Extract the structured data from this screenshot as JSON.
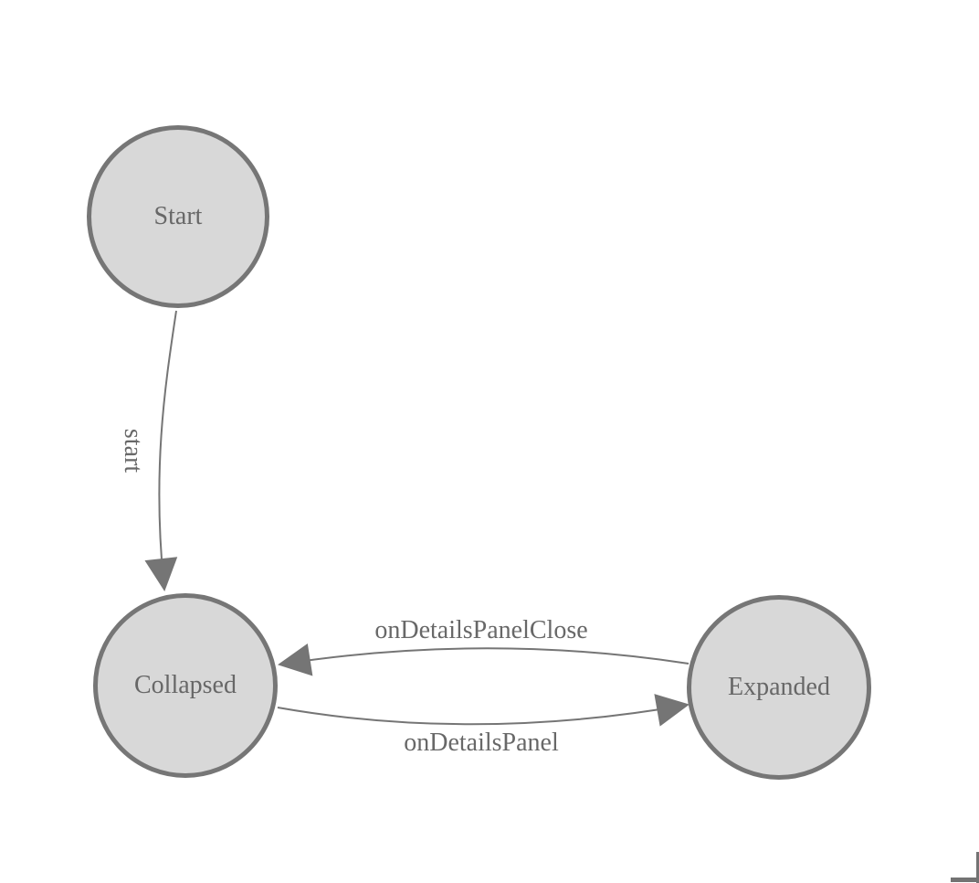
{
  "diagram": {
    "type": "state-machine",
    "nodes": [
      {
        "id": "start",
        "label": "Start"
      },
      {
        "id": "collapsed",
        "label": "Collapsed"
      },
      {
        "id": "expanded",
        "label": "Expanded"
      }
    ],
    "edges": [
      {
        "from": "Start",
        "to": "Collapsed",
        "label": "start"
      },
      {
        "from": "Collapsed",
        "to": "Expanded",
        "label": "onDetailsPanel"
      },
      {
        "from": "Expanded",
        "to": "Collapsed",
        "label": "onDetailsPanelClose"
      }
    ],
    "colors": {
      "background": "#ffffff",
      "node_fill": "#d8d8d8",
      "node_border": "#767676",
      "edge_stroke": "#757575",
      "arrowhead_fill": "#757575",
      "text": "#676767",
      "corner_mark": "#737373"
    }
  }
}
